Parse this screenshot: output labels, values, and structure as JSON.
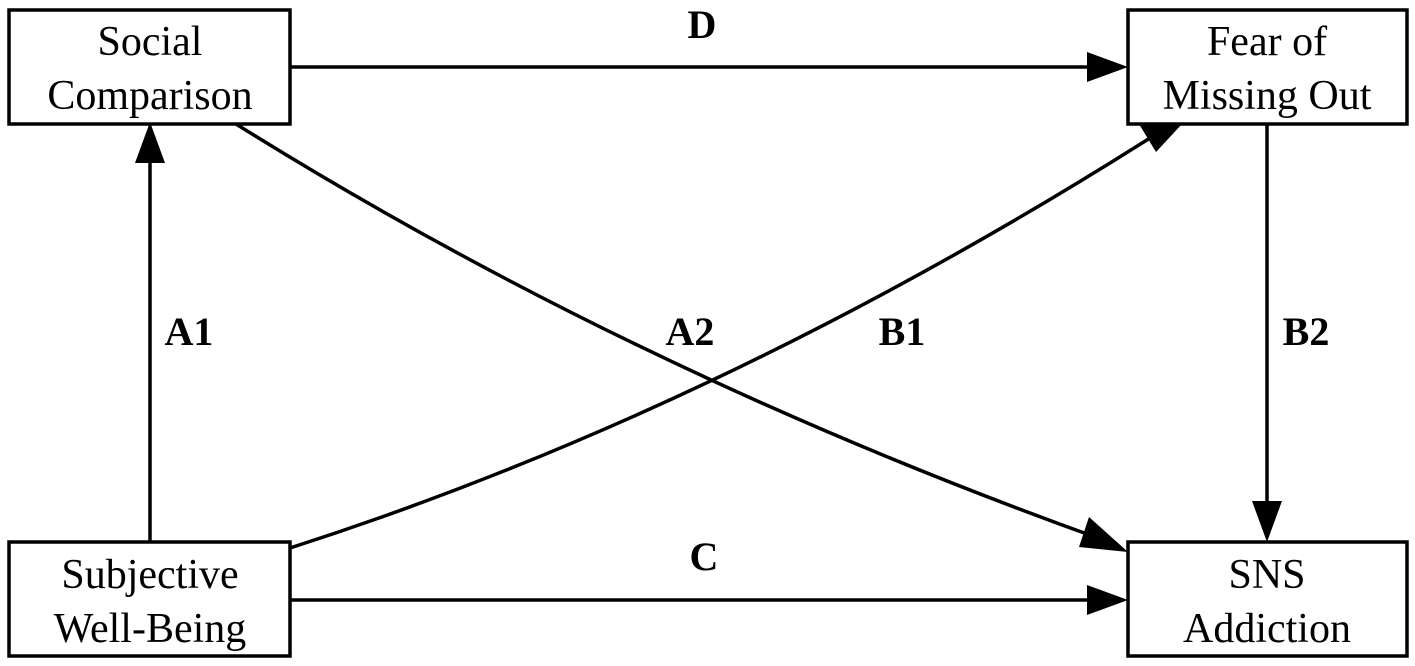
{
  "nodes": {
    "social_comparison": {
      "line1": "Social",
      "line2": "Comparison"
    },
    "fomo": {
      "line1": "Fear of",
      "line2": "Missing Out"
    },
    "swb": {
      "line1": "Subjective",
      "line2": "Well-Being"
    },
    "sns": {
      "line1": "SNS",
      "line2": "Addiction"
    }
  },
  "edges": {
    "d": "D",
    "a1": "A1",
    "a2": "A2",
    "b1": "B1",
    "b2": "B2",
    "c": "C"
  }
}
